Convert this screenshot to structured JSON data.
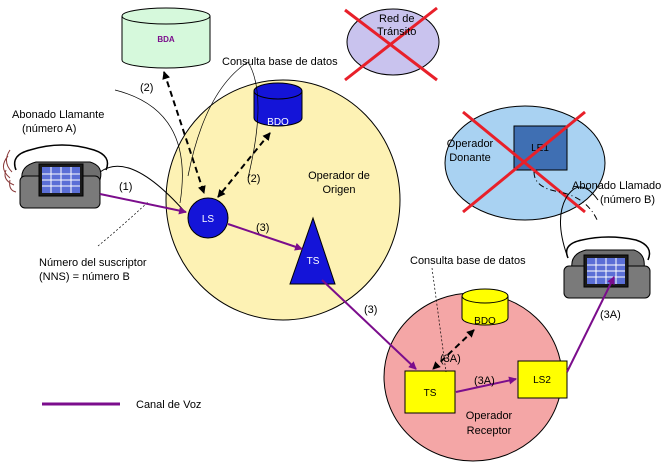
{
  "entities": {
    "bda": "BDA",
    "transit_line1": "Red de",
    "transit_line2": "Tránsito",
    "bdo_origin": "BDO",
    "bdo_receptor": "BDO",
    "ls": "LS",
    "ts_origin": "TS",
    "ts_receptor": "TS",
    "ls2": "LS2",
    "le1": "LE1"
  },
  "regions": {
    "origin_line1": "Operador de",
    "origin_line2": "Origen",
    "donor_line1": "Operador",
    "donor_line2": "Donante",
    "receptor_line1": "Operador",
    "receptor_line2": "Receptor"
  },
  "annotations": {
    "query_db_top": "Consulta base de datos",
    "query_db_bottom": "Consulta base de datos",
    "caller_line1": "Abonado Llamante",
    "caller_line2": "(número A)",
    "called_line1": "Abonado Llamado",
    "called_line2": "(número B)",
    "subscriber_line1": "Número del suscriptor",
    "subscriber_line2": "(NNS) = número B"
  },
  "steps": {
    "s1": "(1)",
    "s2_bda": "(2)",
    "s2_bdo": "(2)",
    "s3_ls_ts": "(3)",
    "s3_ts_ts": "(3)",
    "s3a_query": "(3A)",
    "s3a_ts_ls2": "(3A)",
    "s3a_ls2_phone": "(3A)"
  },
  "legend": {
    "voice_channel": "Canal de Voz"
  },
  "colors": {
    "voice": "#7b0d8c",
    "cross": "#e8202a",
    "origin_fill": "#fdf2b4",
    "receptor_fill": "#f4a6a6",
    "donor_fill": "#a9d2f2",
    "transit_fill": "#c9c3ee",
    "node_blue": "#1414d8",
    "node_yellow": "#ffff00",
    "bda_fill": "#d6f9dc"
  }
}
